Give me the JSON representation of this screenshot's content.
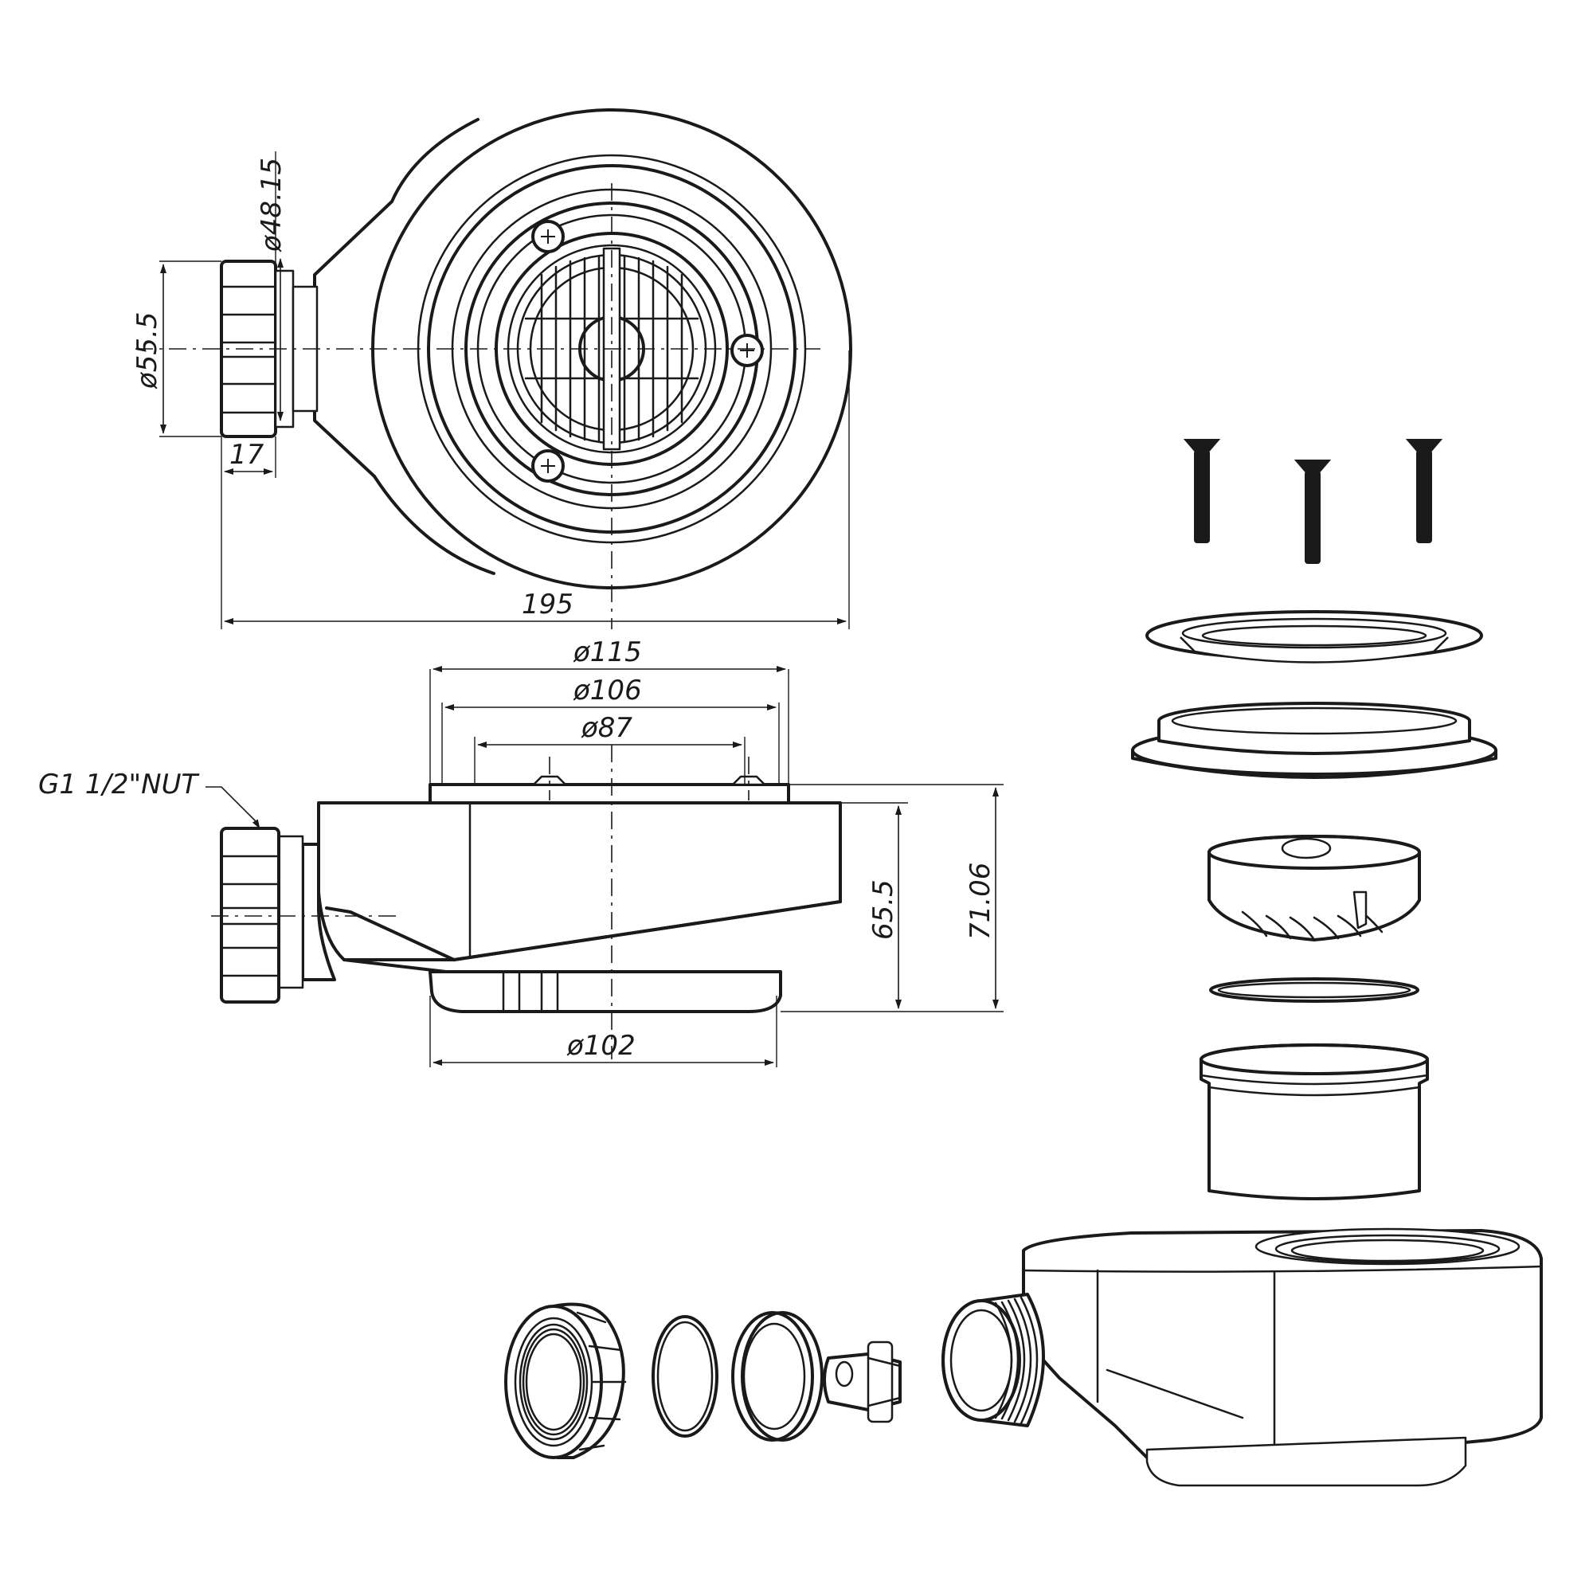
{
  "dimensions": {
    "d48_15": "ø48.15",
    "d55_5": "ø55.5",
    "len17": "17",
    "len195": "195",
    "d115": "ø115",
    "d106": "ø106",
    "d87": "ø87",
    "d102": "ø102",
    "h65_5": "65.5",
    "h71_06": "71.06"
  },
  "labels": {
    "nut": "G1 1/2\"NUT"
  }
}
